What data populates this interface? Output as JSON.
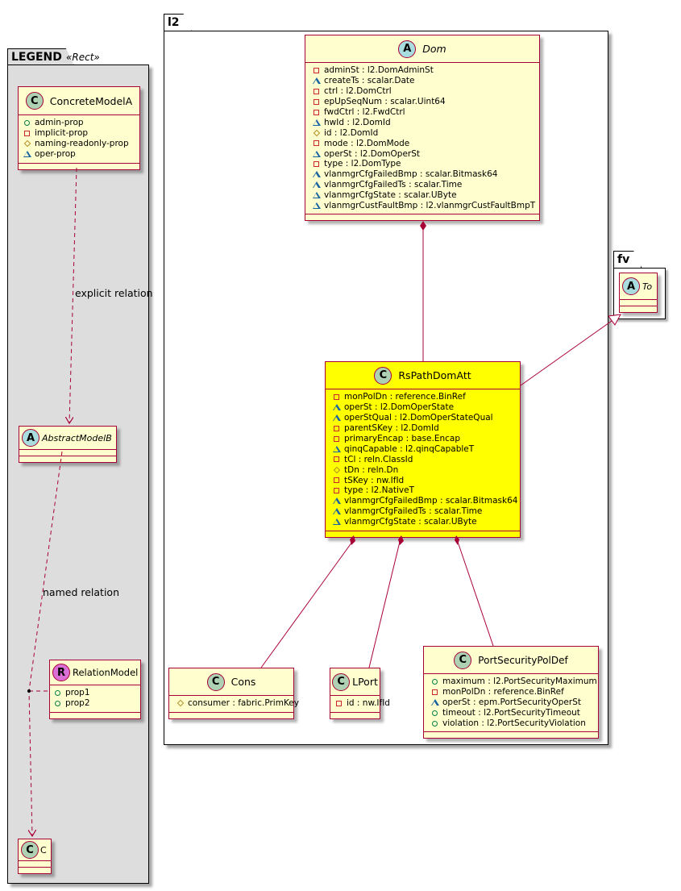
{
  "packages": {
    "legend": {
      "name": "LEGEND",
      "stereotype": "«Rect»"
    },
    "l2": {
      "name": "l2"
    },
    "fv": {
      "name": "fv"
    }
  },
  "legend": {
    "concrete": {
      "name": "ConcreteModelA",
      "kind": "C",
      "attrs": [
        {
          "vis": "pub",
          "text": "admin-prop"
        },
        {
          "vis": "priv",
          "text": "implicit-prop"
        },
        {
          "vis": "prot",
          "text": "naming-readonly-prop"
        },
        {
          "vis": "pkg",
          "text": "oper-prop"
        }
      ]
    },
    "abstract": {
      "name": "AbstractModelB",
      "kind": "A"
    },
    "relation": {
      "name": "RelationModel",
      "kind": "R",
      "attrs": [
        {
          "vis": "pub",
          "text": "prop1"
        },
        {
          "vis": "pub",
          "text": "prop2"
        }
      ]
    },
    "c": {
      "name": "C",
      "kind": "C"
    },
    "explicit_label": "explicit relation",
    "named_label": "named relation"
  },
  "classes": {
    "dom": {
      "name": "Dom",
      "kind": "A",
      "attrs": [
        {
          "vis": "priv",
          "text": "adminSt : l2.DomAdminSt"
        },
        {
          "vis": "pkg",
          "text": "createTs : scalar.Date"
        },
        {
          "vis": "priv",
          "text": "ctrl : l2.DomCtrl"
        },
        {
          "vis": "priv",
          "text": "epUpSeqNum : scalar.Uint64"
        },
        {
          "vis": "priv",
          "text": "fwdCtrl : l2.FwdCtrl"
        },
        {
          "vis": "pkg",
          "text": "hwId : l2.DomId"
        },
        {
          "vis": "prot",
          "text": "id : l2.DomId"
        },
        {
          "vis": "priv",
          "text": "mode : l2.DomMode"
        },
        {
          "vis": "pkg",
          "text": "operSt : l2.DomOperSt"
        },
        {
          "vis": "priv",
          "text": "type : l2.DomType"
        },
        {
          "vis": "pkg",
          "text": "vlanmgrCfgFailedBmp : scalar.Bitmask64"
        },
        {
          "vis": "pkg",
          "text": "vlanmgrCfgFailedTs : scalar.Time"
        },
        {
          "vis": "pkg",
          "text": "vlanmgrCfgState : scalar.UByte"
        },
        {
          "vis": "pkg",
          "text": "vlanmgrCustFaultBmp : l2.vlanmgrCustFaultBmpT"
        }
      ]
    },
    "rspathdomatt": {
      "name": "RsPathDomAtt",
      "kind": "C",
      "highlight_color": "#FFFF00",
      "attrs": [
        {
          "vis": "priv",
          "text": "monPolDn : reference.BinRef"
        },
        {
          "vis": "pkg",
          "text": "operSt : l2.DomOperState"
        },
        {
          "vis": "pkg",
          "text": "operStQual : l2.DomOperStateQual"
        },
        {
          "vis": "priv",
          "text": "parentSKey : l2.DomId"
        },
        {
          "vis": "priv",
          "text": "primaryEncap : base.Encap"
        },
        {
          "vis": "pkg",
          "text": "qinqCapable : l2.qinqCapableT"
        },
        {
          "vis": "priv",
          "text": "tCl : reln.ClassId"
        },
        {
          "vis": "prot",
          "text": "tDn : reln.Dn"
        },
        {
          "vis": "priv",
          "text": "tSKey : nw.IfId"
        },
        {
          "vis": "priv",
          "text": "type : l2.NativeT"
        },
        {
          "vis": "pkg",
          "text": "vlanmgrCfgFailedBmp : scalar.Bitmask64"
        },
        {
          "vis": "pkg",
          "text": "vlanmgrCfgFailedTs : scalar.Time"
        },
        {
          "vis": "pkg",
          "text": "vlanmgrCfgState : scalar.UByte"
        }
      ]
    },
    "cons": {
      "name": "Cons",
      "kind": "C",
      "attrs": [
        {
          "vis": "prot",
          "text": "consumer : fabric.PrimKey"
        }
      ]
    },
    "lport": {
      "name": "LPort",
      "kind": "C",
      "attrs": [
        {
          "vis": "priv",
          "text": "id : nw.IfId"
        }
      ]
    },
    "portsecuritypoldef": {
      "name": "PortSecurityPolDef",
      "kind": "C",
      "attrs": [
        {
          "vis": "pub",
          "text": "maximum : l2.PortSecurityMaximum"
        },
        {
          "vis": "priv",
          "text": "monPolDn : reference.BinRef"
        },
        {
          "vis": "pkg",
          "text": "operSt : epm.PortSecurityOperSt"
        },
        {
          "vis": "pub",
          "text": "timeout : l2.PortSecurityTimeout"
        },
        {
          "vis": "pub",
          "text": "violation : l2.PortSecurityViolation"
        }
      ]
    },
    "to": {
      "name": "To",
      "kind": "A"
    }
  },
  "colors": {
    "class_bg": "#FEFECE",
    "class_border": "#A80036",
    "highlight": "#FFFF00",
    "legend_bg": "#DDDDDD",
    "link": "#A80036"
  }
}
